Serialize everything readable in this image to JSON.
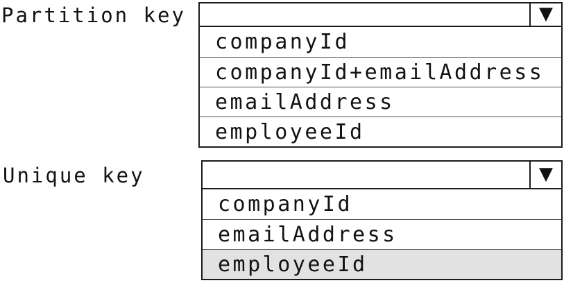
{
  "form": {
    "fields": [
      {
        "label": "Partition key",
        "value": "",
        "options": [
          "companyId",
          "companyId+emailAddress",
          "emailAddress",
          "employeeId"
        ],
        "highlighted_option": ""
      },
      {
        "label": "Unique key",
        "value": "",
        "options": [
          "companyId",
          "emailAddress",
          "employeeId"
        ],
        "highlighted_option": "employeeId"
      }
    ]
  },
  "icons": {
    "dropdown_caret": "▼"
  },
  "colors": {
    "background": "#ffffff",
    "border": "#1b1b1b",
    "separator": "#4f4f4f",
    "text": "#121212",
    "highlight": "#e2e2e2"
  }
}
